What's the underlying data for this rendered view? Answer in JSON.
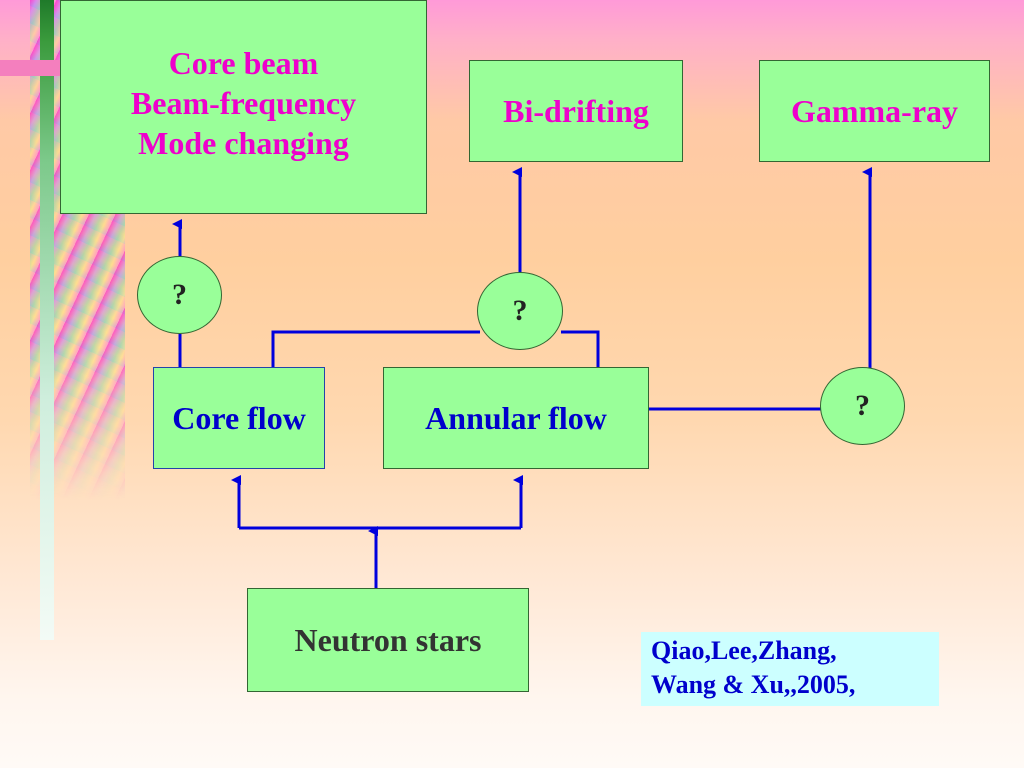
{
  "diagram": {
    "nodes": {
      "core_beam": {
        "lines": [
          "Core beam",
          "Beam-frequency",
          "Mode changing"
        ]
      },
      "bi_drifting": {
        "label": "Bi-drifting"
      },
      "gamma_ray": {
        "label": "Gamma-ray"
      },
      "core_flow": {
        "label": "Core flow"
      },
      "annular_flow": {
        "label": "Annular flow"
      },
      "neutron_stars": {
        "label": "Neutron stars"
      },
      "q_core": {
        "label": "?"
      },
      "q_annular": {
        "label": "?"
      },
      "q_gamma": {
        "label": "?"
      }
    },
    "edges": [
      {
        "from": "neutron_stars",
        "to": "core_flow"
      },
      {
        "from": "neutron_stars",
        "to": "annular_flow"
      },
      {
        "from": "core_flow",
        "to": "q_core"
      },
      {
        "from": "q_core",
        "to": "core_beam"
      },
      {
        "from": "core_flow",
        "to": "q_annular"
      },
      {
        "from": "annular_flow",
        "to": "q_annular"
      },
      {
        "from": "q_annular",
        "to": "bi_drifting"
      },
      {
        "from": "annular_flow",
        "to": "q_gamma"
      },
      {
        "from": "q_gamma",
        "to": "gamma_ray"
      }
    ]
  },
  "citation": {
    "line1": "Qiao,Lee,Zhang,",
    "line2": "Wang & Xu,,2005,"
  },
  "colors": {
    "box_fill": "#99ff99",
    "connector": "#0000dd",
    "text_magenta": "#ee00cc",
    "text_blue": "#0000cc",
    "citation_fill": "#ccffff"
  }
}
